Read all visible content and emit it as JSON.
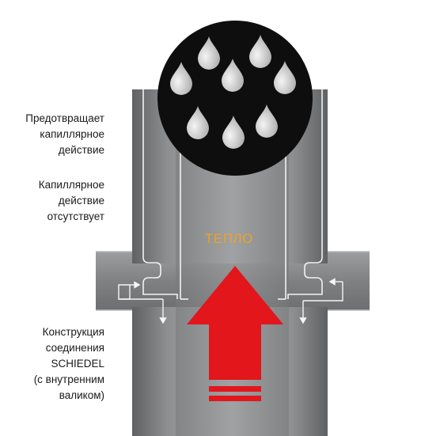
{
  "labels": {
    "prevents_capillary": [
      "Предотвращает",
      "капиллярное",
      "действие"
    ],
    "capillary_absent": [
      "Капиллярное",
      "действие",
      "отсутствует"
    ],
    "schiedel_joint": [
      "Конструкция",
      "соединения",
      "SCHIEDEL",
      "(с внутренним",
      "валиком)"
    ]
  },
  "heat_label": "ТЕПЛО",
  "colors": {
    "pipe_dark": "#6e7072",
    "pipe_mid": "#8a8c8e",
    "pipe_light": "#a9abad",
    "heat_text": "#f0a12a",
    "arrow_red": "#e2161b",
    "drop_circle": "#0e0e0e",
    "drop": "#d9d9d9"
  },
  "icons": {
    "rain_drop": "water-drop-icon",
    "heat_arrow": "up-arrow-icon"
  }
}
